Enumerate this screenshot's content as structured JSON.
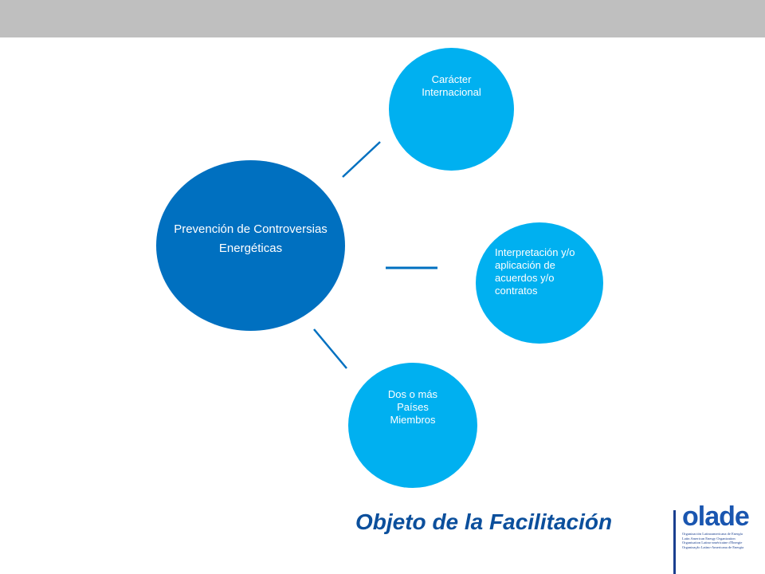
{
  "diagram": {
    "center": {
      "line1": "Prevención de Controversias",
      "line2": "Energéticas"
    },
    "nodes": [
      {
        "text": "Carácter Internacional"
      },
      {
        "text": "Interpretación y/o aplicación de acuerdos y/o contratos"
      },
      {
        "text": "Dos o más Países Miembros"
      }
    ]
  },
  "footer": {
    "title": "Objeto de la Facilitación"
  },
  "logo": {
    "word": "olade",
    "lines": [
      "Organización Latinoamericana de Energía",
      "Latin American Energy Organization",
      "Organisation Latino-américaine d'Energie",
      "Organização Latino-Americana de Energia"
    ]
  },
  "colors": {
    "topbar": "#bfbfbf",
    "center": "#0070c0",
    "node": "#00b0f0",
    "title": "#0b4f9c",
    "logo": "#1a56b0"
  }
}
